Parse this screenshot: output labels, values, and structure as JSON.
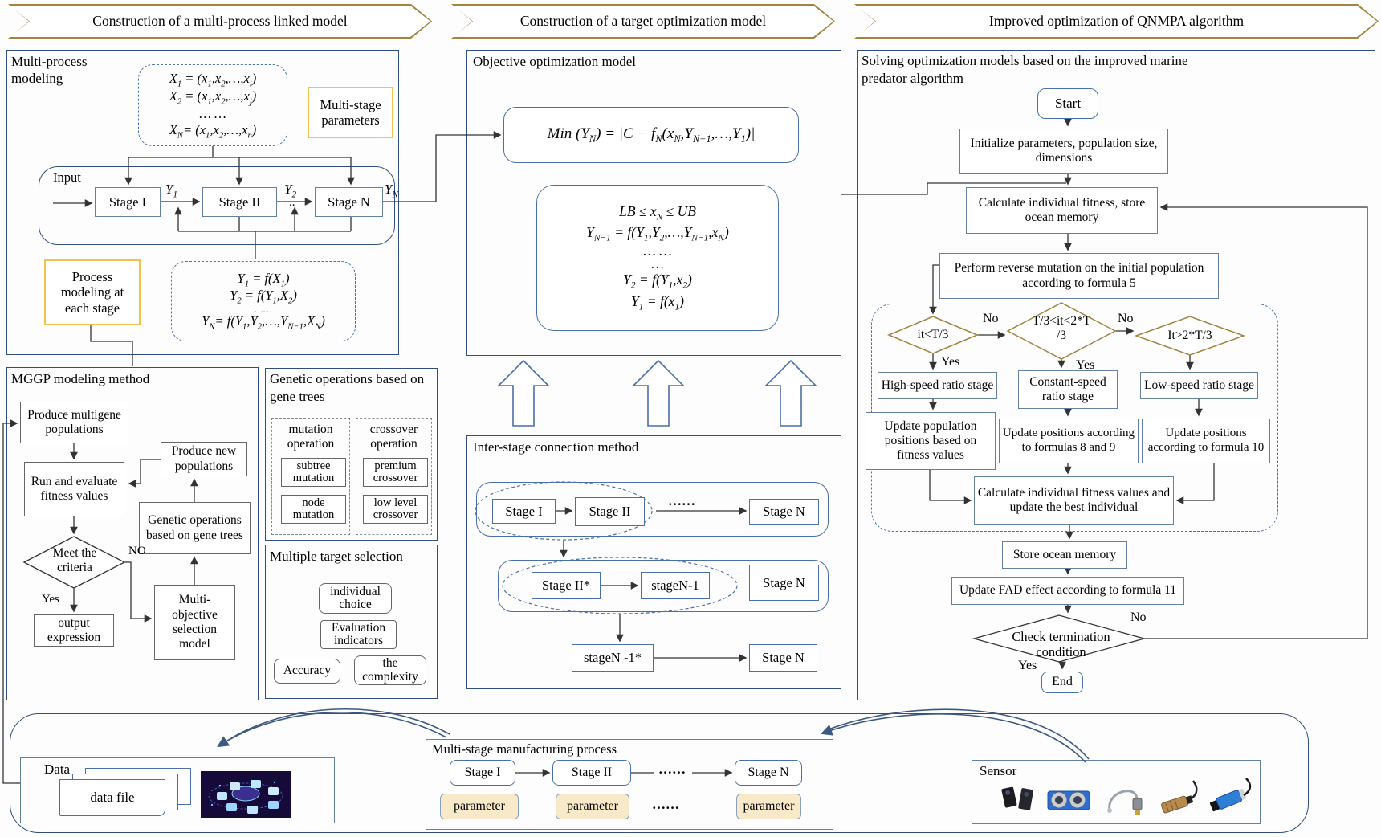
{
  "colors": {
    "accent_gold": "#a08440",
    "panel_blue": "#2e4f7c",
    "box_slate": "#64809f",
    "dashed_blue": "#4a6fa5",
    "yellow_border": "#f2c14e",
    "tan_fill": "#f8e9c8",
    "swoosh_blue": "#3c5a80"
  },
  "headers": {
    "h1": "Construction of a multi-process linked model",
    "h2": "Construction of a target optimization model",
    "h3": "Improved optimization of QNMPA algorithm"
  },
  "panel_multiprocess": {
    "title": "Multi-process modeling",
    "formula_x": [
      "X~1~ = (x~1~,x~2~,…,x~i~)",
      "X~2~ = (x~1~,x~2~,…,x~j~)",
      "… …",
      "X~N~= (x~1~,x~2~,…,x~n~)"
    ],
    "multistage_params": "Multi-stage parameters",
    "input_label": "Input",
    "stage1": "Stage I",
    "stage2": "Stage II",
    "stageN": "Stage N",
    "y1": "Y~1~",
    "y2": "Y~2~",
    "yn": "Y~N~",
    "dots2": "..",
    "process_modeling": "Process modeling at each stage",
    "formula_y": [
      "Y~1~ = f(X~1~)",
      "Y~2~ = f(Y~1~,X~2~)",
      "……",
      "Y~N~= f(Y~1~,Y~2~,…,Y~N−1~,X~N~)"
    ]
  },
  "panel_mggp": {
    "title": "MGGP modeling method",
    "produce_multigene": "Produce multigene populations",
    "produce_new": "Produce new populations",
    "run_evaluate": "Run and evaluate fitness values",
    "genetic_ops": "Genetic operations based on gene trees",
    "meet_criteria": "Meet the criteria",
    "no": "NO",
    "yes": "Yes",
    "multi_objective": "Multi-objective selection model",
    "output_expression": "output expression"
  },
  "panel_genetic": {
    "title_line1": "Genetic operations based on",
    "title_line2": "gene trees",
    "mutation_op": "mutation operation",
    "subtree": "subtree mutation",
    "node": "node mutation",
    "crossover_op": "crossover operation",
    "premium": "premium crossover",
    "lowlevel": "low level crossover"
  },
  "panel_targetsel": {
    "title": "Multiple target selection",
    "individual": "individual choice",
    "evaluation": "Evaluation indicators",
    "accuracy": "Accuracy",
    "complexity": "the complexity"
  },
  "panel_objective": {
    "title": "Objective optimization model",
    "min_formula": "Min   (Y~N~) =  |C − f~N~(x~N~,Y~N−1~,…,Y~1~)|",
    "constraints": [
      "LB ≤ x~N~ ≤ UB",
      "Y~N−1~ = f(Y~1~,Y~2~,…,Y~N−1~,x~N~)",
      "… …",
      "…",
      "Y~2~ = f(Y~1~,x~2~)",
      "Y~1~ = f(x~1~)"
    ]
  },
  "panel_interstage": {
    "title": "Inter-stage connection method",
    "stage1": "Stage I",
    "stage2": "Stage II",
    "stageN": "Stage N",
    "stage2_star": "Stage  II*",
    "stageN_1": "stageN-1",
    "stageN_1_star": "stageN  -1*",
    "dots": "……"
  },
  "panel_qnmpa": {
    "title_line1": "Solving optimization models based on the improved marine",
    "title_line2": "predator algorithm",
    "start": "Start",
    "initialize": "Initialize parameters, population size, dimensions",
    "calc_fitness": "Calculate individual fitness, store ocean memory",
    "reverse_mutation": "Perform reverse mutation on the initial population according to formula 5",
    "d1": "it<T/3",
    "d2_line1": "T/3<it<2*T",
    "d2_line2": "/3",
    "d3": "It>2*T/3",
    "no": "No",
    "yes": "Yes",
    "high_speed": "High-speed ratio stage",
    "constant_speed": "Constant-speed ratio stage",
    "low_speed": "Low-speed ratio stage",
    "update_pop": "Update population positions based on fitness values",
    "update_89": "Update positions according to formulas 8 and 9",
    "update_10": "Update positions according to formula  10",
    "calc_best": "Calculate individual fitness values and update the best individual",
    "store_ocean": "Store ocean memory",
    "update_fad": "Update FAD effect according to formula 11",
    "check_term": "Check termination condition",
    "end": "End"
  },
  "bottom": {
    "data_label": "Data",
    "data_file": "data file",
    "manufacturing_title": "Multi-stage manufacturing process",
    "stage1": "Stage I",
    "stage2": "Stage II",
    "stageN": "Stage N",
    "dots": "……",
    "parameter": "parameter",
    "sensor_label": "Sensor",
    "sensor_icons": [
      "photoelectric-sensor",
      "ultrasonic-sensor",
      "oxygen-sensor",
      "inductive-proximity-sensor",
      "capacitive-proximity-sensor"
    ],
    "tech_image": "database-technology-image"
  }
}
